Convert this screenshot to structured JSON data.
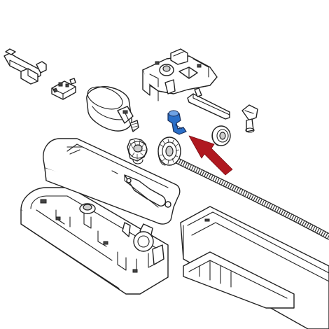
{
  "diagram": {
    "highlight_color": "#2a6fc9",
    "arrow_color": "#b01820",
    "parts": [
      {
        "name": "clip-bracket",
        "icon": "bracket-icon"
      },
      {
        "name": "small-connector",
        "icon": "connector-icon"
      },
      {
        "name": "motor",
        "icon": "motor-icon"
      },
      {
        "name": "gear-housing-top",
        "icon": "housing-icon"
      },
      {
        "name": "lever-rod",
        "icon": "rod-icon"
      },
      {
        "name": "highlighted-bracket",
        "icon": "bracket-icon"
      },
      {
        "name": "plug-cap",
        "icon": "cap-icon"
      },
      {
        "name": "bushing",
        "icon": "bushing-icon"
      },
      {
        "name": "pinion-gear",
        "icon": "gear-icon"
      },
      {
        "name": "drive-gear",
        "icon": "gear-icon"
      },
      {
        "name": "spiral-rack-cable",
        "icon": "cable-icon"
      },
      {
        "name": "top-cover",
        "icon": "cover-icon"
      },
      {
        "name": "bottom-housing",
        "icon": "housing-icon"
      },
      {
        "name": "rail-profile",
        "icon": "rail-icon"
      }
    ]
  }
}
